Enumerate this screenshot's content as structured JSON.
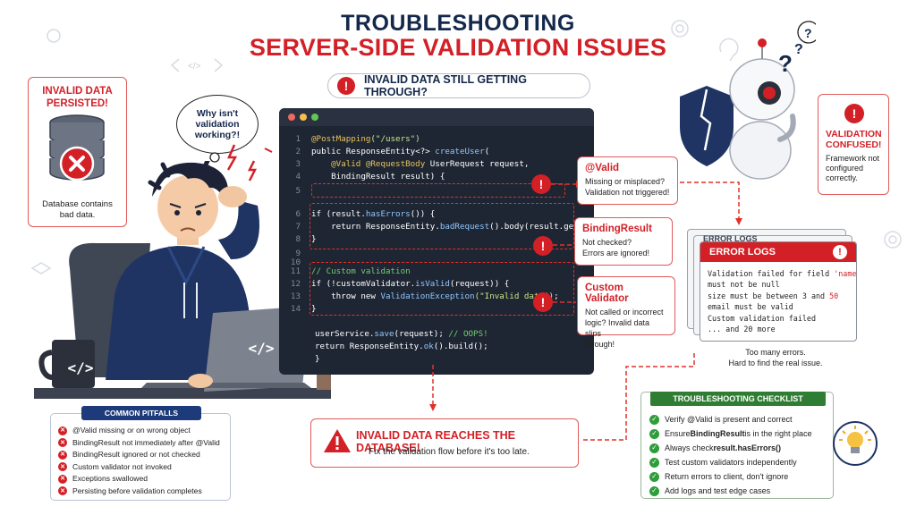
{
  "title": {
    "line1": "TROUBLESHOOTING",
    "line2": "SERVER-SIDE VALIDATION ISSUES"
  },
  "subtitle": "INVALID DATA STILL GETTING THROUGH?",
  "db_card": {
    "heading_line1": "INVALID DATA",
    "heading_line2": "PERSISTED!",
    "caption_line1": "Database contains",
    "caption_line2": "bad data."
  },
  "thought": {
    "line1": "Why isn't",
    "line2": "validation",
    "line3": "working?!"
  },
  "code": [
    {
      "n": "1",
      "segments": [
        [
          "an",
          "@PostMapping"
        ],
        [
          "str",
          "(\"/users\")"
        ]
      ]
    },
    {
      "n": "2",
      "segments": [
        [
          "kw",
          "public ResponseEntity<?> "
        ],
        [
          "fn",
          "createUser"
        ],
        [
          "kw",
          "("
        ]
      ]
    },
    {
      "n": "3",
      "segments": [
        [
          "an",
          "    @Valid @RequestBody "
        ],
        [
          "kw",
          "UserRequest request,"
        ]
      ]
    },
    {
      "n": "4",
      "segments": [
        [
          "kw",
          "    BindingResult result) {"
        ]
      ]
    },
    {
      "n": "5",
      "segments": []
    },
    {
      "n": "6",
      "segments": [
        [
          "kw",
          "if (result."
        ],
        [
          "fn",
          "hasErrors"
        ],
        [
          "kw",
          "()) {"
        ]
      ]
    },
    {
      "n": "7",
      "segments": [
        [
          "kw",
          "    return ResponseEntity."
        ],
        [
          "fn",
          "badRequest"
        ],
        [
          "kw",
          "().body(result.getAllErrors());"
        ]
      ]
    },
    {
      "n": "8",
      "segments": [
        [
          "kw",
          "}"
        ]
      ]
    },
    {
      "n": "9",
      "segments": []
    },
    {
      "n": "10",
      "segments": []
    },
    {
      "n": "11",
      "segments": [
        [
          "cm",
          "// Custom validation"
        ]
      ]
    },
    {
      "n": "12",
      "segments": [
        [
          "kw",
          "if (!customValidator."
        ],
        [
          "fn",
          "isValid"
        ],
        [
          "kw",
          "(request)) {"
        ]
      ]
    },
    {
      "n": "13",
      "segments": [
        [
          "kw",
          "    throw new "
        ],
        [
          "fn",
          "ValidationException"
        ],
        [
          "str",
          "(\"Invalid data\")"
        ],
        [
          "kw",
          ";"
        ]
      ]
    },
    {
      "n": "14",
      "segments": [
        [
          "kw",
          "}"
        ]
      ]
    },
    {
      "n": "",
      "segments": []
    },
    {
      "n": "",
      "segments": [
        [
          "kw",
          "userService."
        ],
        [
          "fn",
          "save"
        ],
        [
          "kw",
          "(request); "
        ],
        [
          "cm",
          "// OOPS!"
        ]
      ]
    },
    {
      "n": "",
      "segments": [
        [
          "kw",
          "return ResponseEntity."
        ],
        [
          "fn",
          "ok"
        ],
        [
          "kw",
          "().build();"
        ]
      ]
    },
    {
      "n": "",
      "segments": [
        [
          "kw",
          "}"
        ]
      ]
    }
  ],
  "callouts": {
    "valid": {
      "title": "@Valid",
      "line1": "Missing or misplaced?",
      "line2": "Validation not triggered!"
    },
    "binding": {
      "title": "BindingResult",
      "line1": "Not checked?",
      "line2": "Errors are ignored!"
    },
    "custom": {
      "title": "Custom Validator",
      "line1": "Not called or incorrect",
      "line2": "logic? Invalid data slips",
      "line3": "through!"
    }
  },
  "robot_card": {
    "title_line1": "VALIDATION",
    "title_line2": "CONFUSED!",
    "body_line1": "Framework not",
    "body_line2": "configured",
    "body_line3": "correctly."
  },
  "error_logs": {
    "title": "ERROR LOGS",
    "line1": "Validation failed for field ",
    "line1_field": "'name'",
    "line2": "must not be null",
    "line3a": "size must be between 3 and ",
    "line3b": "50",
    "line4": "email must be valid",
    "line5": "Custom validation failed",
    "line6": "... and 20 more",
    "note_line1": "Too many errors.",
    "note_line2": "Hard to find the real issue."
  },
  "checklist": {
    "title": "TROUBLESHOOTING CHECKLIST",
    "items": [
      [
        "Verify @Valid is present and correct",
        ""
      ],
      [
        "Ensure ",
        "BindingResult",
        " is in the right place"
      ],
      [
        "Always check ",
        "result.hasErrors()",
        ""
      ],
      [
        "Test custom validators independently",
        ""
      ],
      [
        "Return errors to client, don't ignore",
        ""
      ],
      [
        "Add logs and test edge cases",
        ""
      ]
    ]
  },
  "pitfalls": {
    "title": "COMMON PITFALLS",
    "items": [
      "@Valid missing or on wrong object",
      "BindingResult not immediately after @Valid",
      "BindingResult ignored or not checked",
      "Custom validator not invoked",
      "Exceptions swallowed",
      "Persisting before validation completes"
    ]
  },
  "reach": {
    "title": "INVALID DATA REACHES THE DATABASE!",
    "body": "Fix the validation flow before it's too late."
  },
  "code_icon": "</>",
  "colors": {
    "red": "#d32027",
    "navy": "#14284b",
    "green": "#2e7d32",
    "code_bg": "#1f2633"
  }
}
